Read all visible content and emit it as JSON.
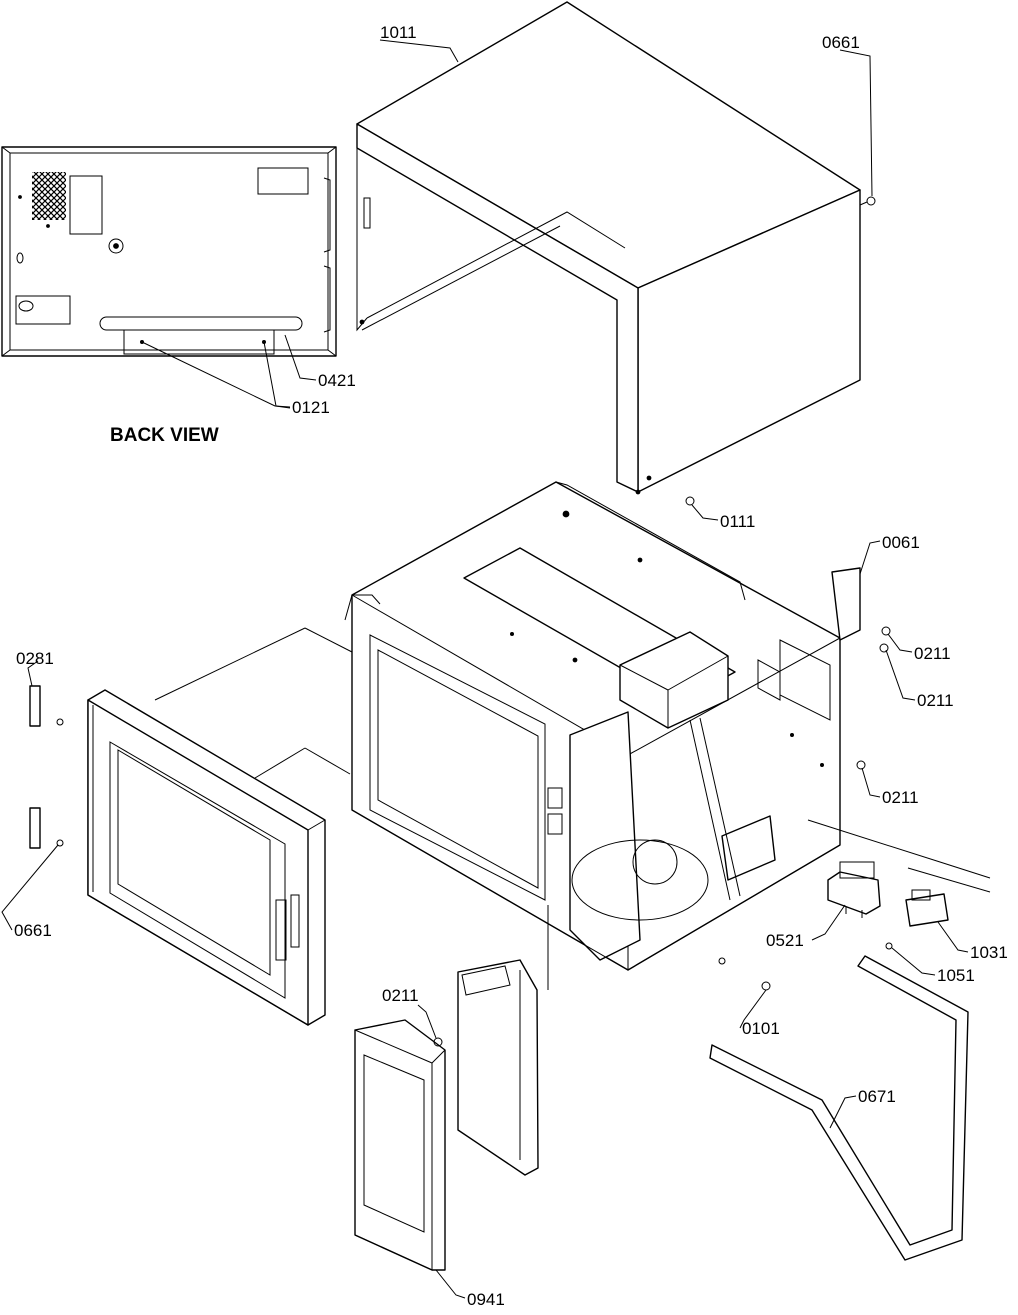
{
  "back_view_label": "BACK VIEW",
  "callouts": {
    "c1011": "1011",
    "c0661_top": "0661",
    "c0421": "0421",
    "c0121": "0121",
    "c0111": "0111",
    "c0061": "0061",
    "c0211_a": "0211",
    "c0211_b": "0211",
    "c0211_c": "0211",
    "c0281": "0281",
    "c0661_left": "0661",
    "c0521": "0521",
    "c1031": "1031",
    "c1051": "1051",
    "c0101": "0101",
    "c0211_d": "0211",
    "c0671": "0671",
    "c0941": "0941"
  }
}
